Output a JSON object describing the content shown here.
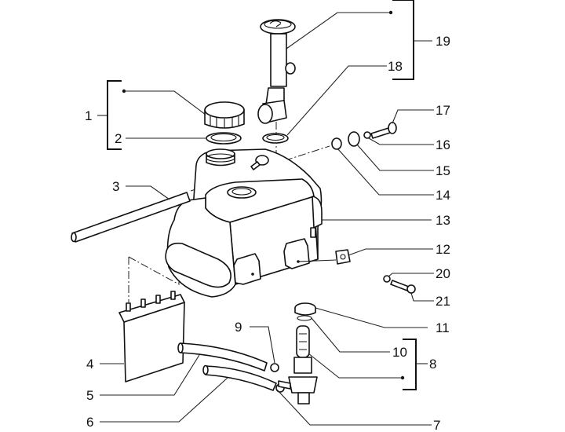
{
  "title": "Fuel tank assembly exploded view",
  "callouts": [
    {
      "id": "1",
      "label": "1"
    },
    {
      "id": "2",
      "label": "2"
    },
    {
      "id": "3",
      "label": "3"
    },
    {
      "id": "4",
      "label": "4"
    },
    {
      "id": "5",
      "label": "5"
    },
    {
      "id": "6",
      "label": "6"
    },
    {
      "id": "7",
      "label": "7"
    },
    {
      "id": "8",
      "label": "8"
    },
    {
      "id": "9",
      "label": "9"
    },
    {
      "id": "10",
      "label": "10"
    },
    {
      "id": "11",
      "label": "11"
    },
    {
      "id": "12",
      "label": "12"
    },
    {
      "id": "13",
      "label": "13"
    },
    {
      "id": "14",
      "label": "14"
    },
    {
      "id": "15",
      "label": "15"
    },
    {
      "id": "16",
      "label": "16"
    },
    {
      "id": "17",
      "label": "17"
    },
    {
      "id": "18",
      "label": "18"
    },
    {
      "id": "19",
      "label": "19"
    },
    {
      "id": "20",
      "label": "20"
    },
    {
      "id": "21",
      "label": "21"
    }
  ],
  "parts": {
    "fuel_cap": "fuel-cap",
    "cap_gasket": "cap-gasket",
    "vent_hose": "vent-hose",
    "heat_shield": "heat-shield",
    "fuel_hose_upper": "fuel-hose",
    "fuel_hose_lower": "fuel-hose",
    "hose_clamp": "hose-clamp",
    "fuel_tap": "fuel-tap",
    "tap_clip": "clip",
    "tap_seal": "seal",
    "tap_nut": "ring-nut",
    "clip_nut": "clip-nut",
    "tank": "fuel-tank",
    "spacer": "spacer",
    "grommet": "grommet",
    "washer": "washer",
    "screw": "screw",
    "sender_gasket": "gasket",
    "fuel_level_sender": "fuel-level-sender",
    "screw_washer": "washer",
    "mount_screw": "screw"
  }
}
